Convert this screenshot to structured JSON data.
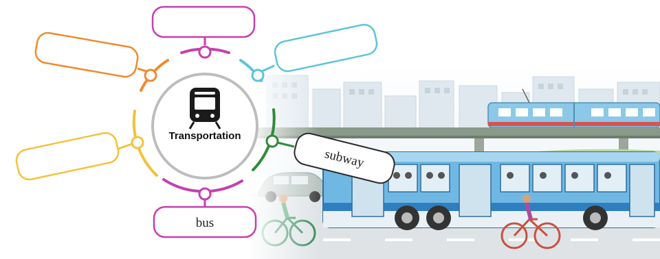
{
  "diagram": {
    "center": {
      "label": "Transportation",
      "icon": "subway-train-icon"
    },
    "bubbles": [
      {
        "id": "top",
        "text": "",
        "color": "#c63fae"
      },
      {
        "id": "top-left",
        "text": "",
        "color": "#ef8a2e"
      },
      {
        "id": "top-right",
        "text": "",
        "color": "#5cc4d8"
      },
      {
        "id": "left",
        "text": "",
        "color": "#f2c23a"
      },
      {
        "id": "right",
        "text": "subway",
        "color": "#2e8b3a"
      },
      {
        "id": "bottom",
        "text": "bus",
        "color": "#c63fae"
      }
    ],
    "ring_color": "#bdbdbd"
  },
  "scene": {
    "description_icons": [
      "city-skyline",
      "elevated-train-icon",
      "bus-icon",
      "car-icon",
      "cyclist-icon"
    ],
    "colors": {
      "bus_body": "#6fb8e3",
      "bus_stripe": "#2f7fc0",
      "train_body": "#8cc8e8",
      "bridge": "#8a9a8a",
      "road": "#dfe3e6",
      "grass": "#b9d99a"
    }
  }
}
